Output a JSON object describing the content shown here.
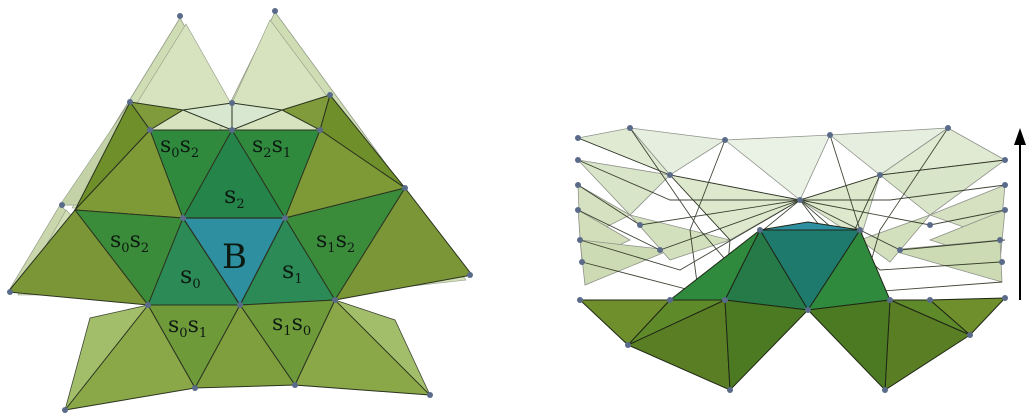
{
  "figure": {
    "left_panel": {
      "regions": [
        {
          "id": "B",
          "base": [
            "B"
          ],
          "sub": [
            null
          ]
        },
        {
          "id": "s0",
          "base": [
            "s"
          ],
          "sub": [
            "0"
          ]
        },
        {
          "id": "s1",
          "base": [
            "s"
          ],
          "sub": [
            "1"
          ]
        },
        {
          "id": "s2",
          "base": [
            "s"
          ],
          "sub": [
            "2"
          ]
        },
        {
          "id": "s0s2",
          "base": [
            "s",
            "s"
          ],
          "sub": [
            "0",
            "2"
          ]
        },
        {
          "id": "s2s1",
          "base": [
            "s",
            "s"
          ],
          "sub": [
            "2",
            "1"
          ]
        },
        {
          "id": "s0s2b",
          "base": [
            "s",
            "s"
          ],
          "sub": [
            "0",
            "2"
          ]
        },
        {
          "id": "s1s2",
          "base": [
            "s",
            "s"
          ],
          "sub": [
            "1",
            "2"
          ]
        },
        {
          "id": "s0s1",
          "base": [
            "s",
            "s"
          ],
          "sub": [
            "0",
            "1"
          ]
        },
        {
          "id": "s1s0",
          "base": [
            "s",
            "s"
          ],
          "sub": [
            "1",
            "0"
          ]
        }
      ]
    },
    "right_panel": {
      "arrow": "up-arrow"
    },
    "colors": {
      "chamber_fundamental": "#2e8fa0",
      "chamber_dark_green": "#1f7a3a",
      "chamber_olive": "#6f8f2a",
      "chamber_light": "#c9d8b0",
      "vertex": "#5a6b8a",
      "edge": "#2b3320"
    }
  }
}
